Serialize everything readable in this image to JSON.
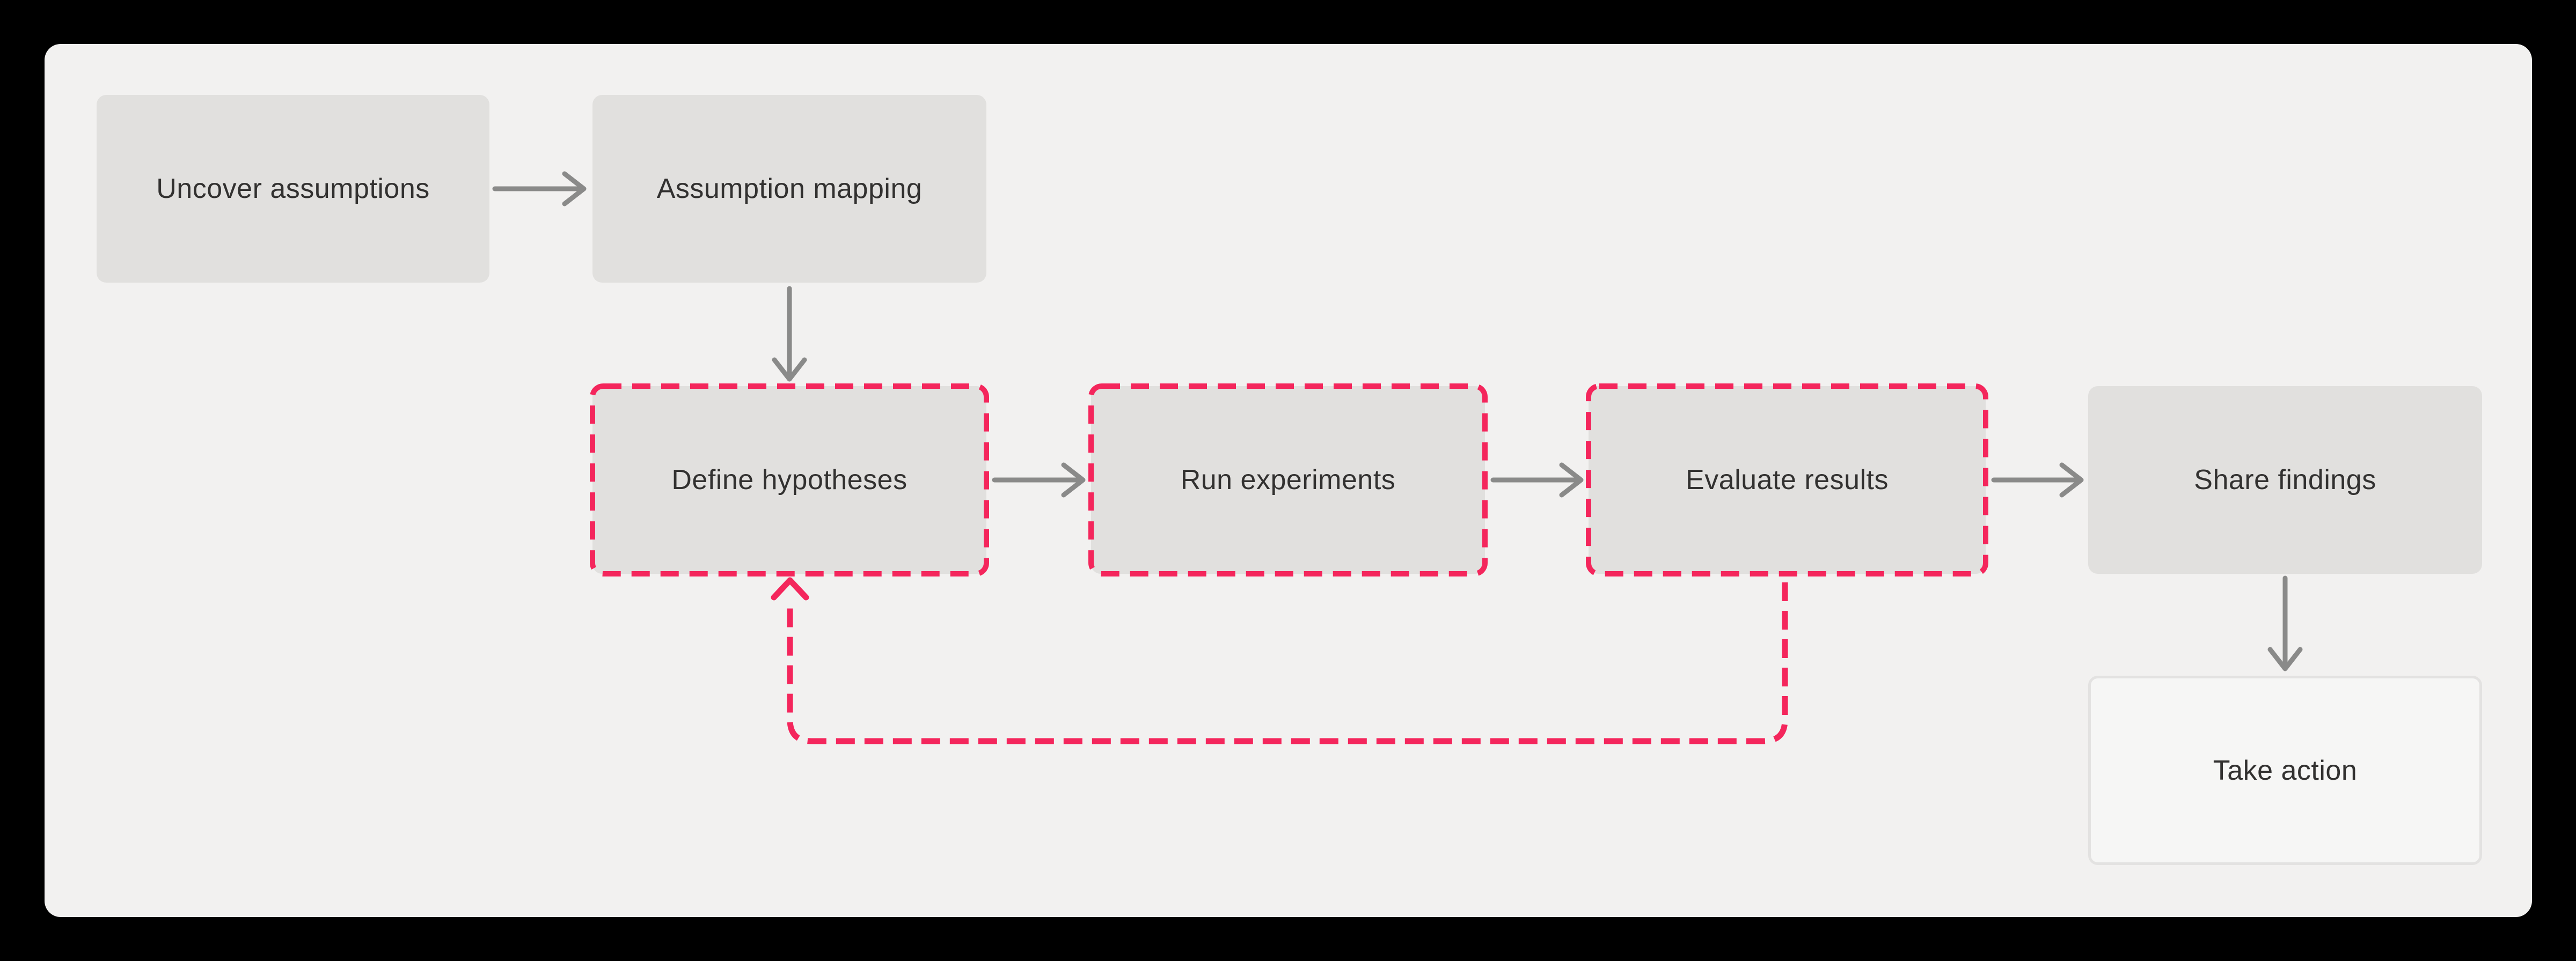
{
  "diagram": {
    "nodes": [
      {
        "id": "uncover-assumptions",
        "label": "Uncover assumptions",
        "style": "solid"
      },
      {
        "id": "assumption-mapping",
        "label": "Assumption mapping",
        "style": "solid"
      },
      {
        "id": "define-hypotheses",
        "label": "Define hypotheses",
        "style": "dashed-highlight"
      },
      {
        "id": "run-experiments",
        "label": "Run experiments",
        "style": "dashed-highlight"
      },
      {
        "id": "evaluate-results",
        "label": "Evaluate results",
        "style": "dashed-highlight"
      },
      {
        "id": "share-findings",
        "label": "Share findings",
        "style": "solid"
      },
      {
        "id": "take-action",
        "label": "Take action",
        "style": "outlined"
      }
    ],
    "connectors": [
      {
        "from": "uncover-assumptions",
        "to": "assumption-mapping",
        "style": "solid-arrow",
        "color": "gray"
      },
      {
        "from": "assumption-mapping",
        "to": "define-hypotheses",
        "style": "solid-arrow",
        "color": "gray"
      },
      {
        "from": "define-hypotheses",
        "to": "run-experiments",
        "style": "solid-arrow",
        "color": "gray"
      },
      {
        "from": "run-experiments",
        "to": "evaluate-results",
        "style": "solid-arrow",
        "color": "gray"
      },
      {
        "from": "evaluate-results",
        "to": "share-findings",
        "style": "solid-arrow",
        "color": "gray"
      },
      {
        "from": "share-findings",
        "to": "take-action",
        "style": "solid-arrow",
        "color": "gray"
      },
      {
        "from": "evaluate-results",
        "to": "define-hypotheses",
        "style": "dashed-arrow",
        "color": "pink",
        "route": "feedback-loop"
      }
    ],
    "colors": {
      "page_background": "#000000",
      "canvas_background": "#f2f1f0",
      "node_fill": "#e1e0de",
      "node_text": "#323130",
      "gray_connector": "#8a8a89",
      "pink_accent": "#f4265c",
      "outlined_node_fill": "#f6f6f5",
      "outlined_node_border": "#e3e2e1"
    }
  }
}
